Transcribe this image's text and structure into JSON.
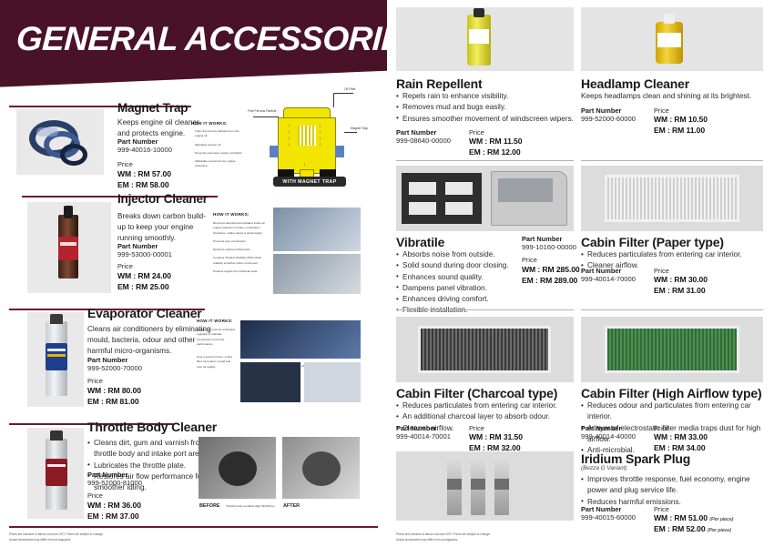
{
  "header": {
    "title": "GENERAL ACCESSORIES"
  },
  "footer": {
    "line1": "Prices are inclusive of labour cost and GST. Prices are subject to change.",
    "line2": "Actual accessories may differ from photographs."
  },
  "common": {
    "part_number_label": "Part Number",
    "price_label": "Price",
    "how_it_works": "HOW IT WORKS:",
    "wm_prefix": "WM :",
    "em_prefix": "EM  :",
    "before_label": "BEFORE",
    "after_label": "AFTER",
    "before_caption": "Throttle body condition after 50,000 km"
  },
  "left_products": [
    {
      "name": "Magnet Trap",
      "desc": "Keeps engine oil cleaner and protects engine.",
      "part_number": "999-40016-10000",
      "wm": "RM 57.00",
      "em": "RM 58.00",
      "how": [
        "Traps fine ferrous particles from the engine oil.",
        "Maintains cleaner oil.",
        "Prevents expensive engine overhauls.",
        "Affordable investment for engine protection."
      ],
      "diagram": {
        "label_oil_filter": "Oil Filter",
        "label_particle": "Fine Ferrous Particle",
        "label_magnet": "Magnet Trap",
        "caption": "WITH MAGNET TRAP"
      }
    },
    {
      "name": "Injector Cleaner",
      "desc": "Breaks down carbon build-up to keep your engine running smoothly.",
      "part_number": "999-53000-00001",
      "wm": "RM 24.00",
      "em": "RM 25.00",
      "how": [
        "Removes deposits accumulated inside an engine (injection nozzles, combustion chambers, intake valves & spark plugs).",
        "Prevents poor combustion.",
        "Restores engine performance.",
        "Contains 'Positive Modifier (PM)' which enables smoother piston movement.",
        "Protects engine from frictional wear."
      ]
    },
    {
      "name": "Evaporator Cleaner",
      "desc": "Cleans air conditioners by eliminating mould, bacteria, odour and other harmful micro-organisms.",
      "part_number": "999-52000-70000",
      "wm": "RM 80.00",
      "em": "RM 81.00",
      "how": [
        "Refrigerant must be recharged regularly to maintain compressor at its best performance.",
        "Over a period of time, a dirty filter can lead to mould and poor air quality.",
        "The Perodua Evaporator Cleaner cleans and restores the filter."
      ]
    },
    {
      "name": "Throttle Body Cleaner",
      "desc": "",
      "bullets": [
        "Cleans dirt, gum and varnish from the throttle body and intake port area.",
        "Lubricates the throttle plate.",
        "Restores air flow performance for smoother idling."
      ],
      "part_number": "999-52000-81000",
      "wm": "RM 36.00",
      "em": "RM 37.00"
    }
  ],
  "right_products": [
    {
      "name": "Rain Repellent",
      "bullets": [
        "Repels rain to enhance visibility.",
        "Removes mud and bugs easily.",
        "Ensures smoother movement of windscreen wipers."
      ],
      "part_number": "999-08640-00000",
      "wm": "RM 11.50",
      "em": "RM 12.00"
    },
    {
      "name": "Headlamp Cleaner",
      "desc": "Keeps headlamps clean and shining at its brightest.",
      "bullets": [],
      "part_number": "999-52000-60000",
      "wm": "RM 10.50",
      "em": "RM 11.00"
    },
    {
      "name": "Vibratile",
      "bullets": [
        "Absorbs noise from outside.",
        "Solid sound during door closing.",
        "Enhances sound quality.",
        "Dampens panel vibration.",
        "Enhances driving comfort.",
        "Flexible installation."
      ],
      "part_number": "999-10160-00000",
      "wm": "RM 285.00",
      "em": "RM 289.00"
    },
    {
      "name": "Cabin Filter (Paper type)",
      "bullets": [
        "Reduces particulates from entering car interior.",
        "Cleaner airflow."
      ],
      "part_number": "999-40014-70000",
      "wm": "RM 30.00",
      "em": "RM 31.00"
    },
    {
      "name": "Cabin Filter (Charcoal type)",
      "bullets": [
        "Reduces particulates from entering car interior.",
        "An additional charcoal layer to absorb odour.",
        "Cleaner airflow."
      ],
      "part_number": "999-40014-70001",
      "wm": "RM 31.50",
      "em": "RM 32.00"
    },
    {
      "name": "Cabin Filter (High Airflow type)",
      "bullets": [
        "Reduces odour and particulates from entering car interior.",
        "A layer of electrostatic filter media traps dust for high airflow.",
        "Anti-microbial."
      ],
      "part_number": "999-40014-40000",
      "wm": "RM 33.00",
      "em": "RM 34.00"
    },
    {
      "name": "Iridium Spark Plug",
      "subtitle": "(Bezza G Variant)",
      "bullets": [
        "Improves throttle response, fuel economy, engine power and plug service life.",
        "Reduces harmful emissions."
      ],
      "part_number": "999-40015-60000",
      "wm": "RM 51.00",
      "em": "RM 52.00",
      "unit": "(Per piece)"
    }
  ],
  "colors": {
    "brand_maroon": "#4a1226",
    "rule": "#6b1a31",
    "plate_gray": "#e9e9e9"
  }
}
